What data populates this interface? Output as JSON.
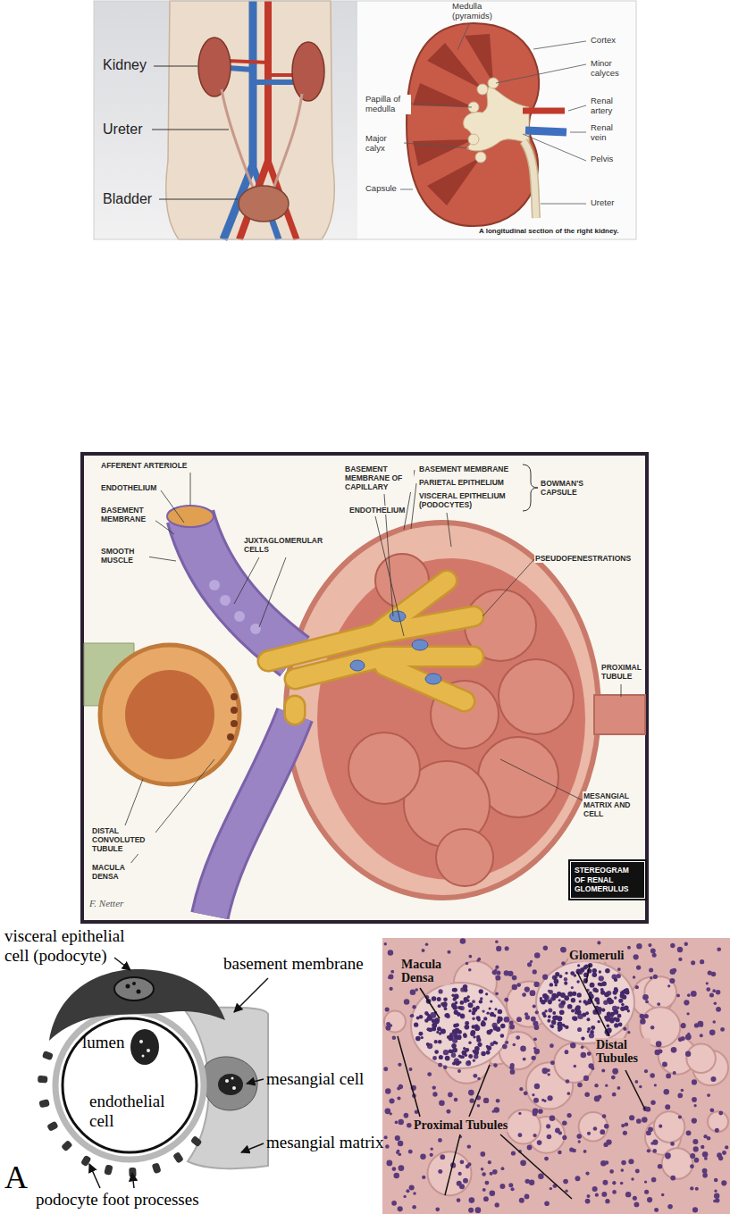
{
  "diagram": {
    "nodes": [
      {
        "text": [
          "STEREOGRAM OF RENAL GLOMERULUS"
        ]
      }
    ],
    "labels": [
      "Kidney",
      "Ureter",
      "Bladder",
      "Medulla (pyramids)",
      "Cortex",
      "Minor calyces",
      "Papilla of medulla",
      "Renal artery",
      "Renal vein",
      "Major calyx",
      "Pelvis",
      "Capsule",
      "Ureter",
      "A longitudinal section of the right kidney.",
      "AFFERENT ARTERIOLE",
      "ENDOTHELIUM",
      "BASEMENT MEMBRANE",
      "SMOOTH MUSCLE",
      "JUXTAGLOMERULAR CELLS",
      "BASEMENT MEMBRANE OF CAPILLARY",
      "ENDOTHELIUM",
      "BASEMENT MEMBRANE",
      "PARIETAL EPITHELIUM",
      "VISCERAL EPITHELIUM (PODOCYTES)",
      "BOWMAN'S CAPSULE",
      "PSEUDOFENESTRATIONS",
      "PROXIMAL TUBULE",
      "MESANGIAL MATRIX AND CELL",
      "DISTAL CONVOLUTED TUBULE",
      "MACULA DENSA",
      "F. Netter",
      "visceral epithelial cell (podocyte)",
      "basement membrane",
      "lumen",
      "endothelial cell",
      "mesangial cell",
      "mesangial matrix",
      "podocyte foot processes",
      "A",
      "Macula Densa",
      "Glomeruli",
      "Distal Tubules",
      "Proximal Tubules"
    ]
  }
}
